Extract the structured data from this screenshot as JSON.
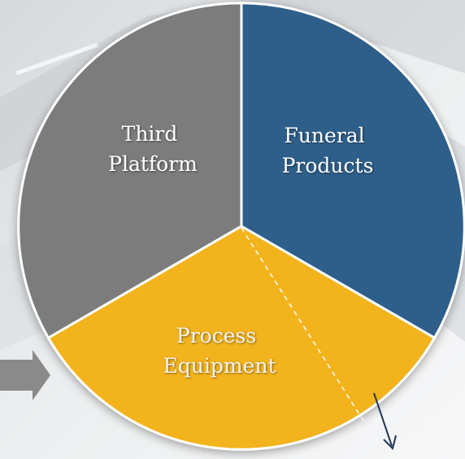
{
  "segments": [
    {
      "line1": "Third",
      "line2": "Platform"
    },
    {
      "line1": "Funeral",
      "line2": "Products"
    },
    {
      "line1": "Process",
      "line2": "Equipment"
    }
  ],
  "colors": {
    "third_platform": "#7b7b7b",
    "funeral_products": "#2e5f8a",
    "process_equipment": "#f2b31e",
    "label_light": "#ffffff",
    "label_dark": "#f2f2f2",
    "arrow_dark": "#1f3657",
    "arrow_gray": "#8a8a8a"
  },
  "icons": {
    "left_arrow": "right-arrow-icon",
    "down_arrow": "down-arrow-icon"
  }
}
